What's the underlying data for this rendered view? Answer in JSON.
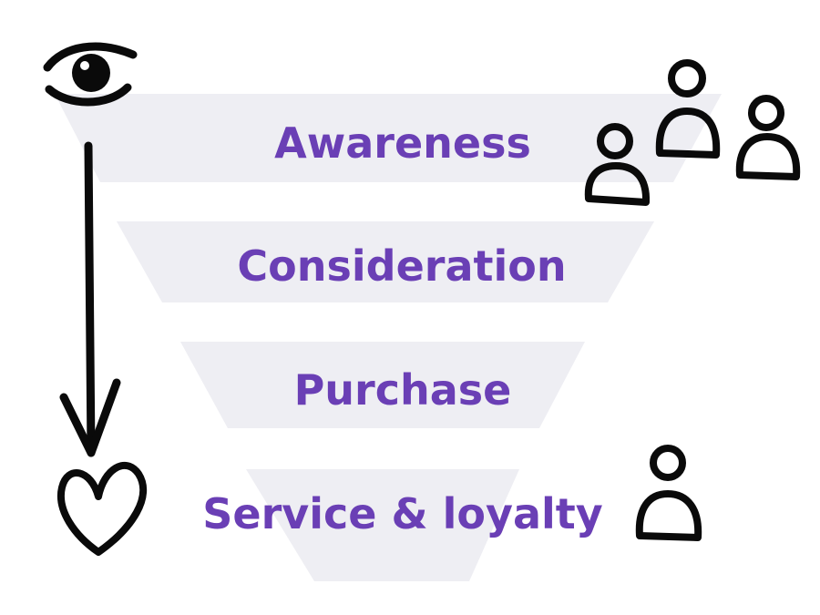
{
  "funnel": {
    "band_color": "#EEEEF3",
    "label_color": "#6A3FB5",
    "stages": [
      {
        "label": "Awareness"
      },
      {
        "label": "Consideration"
      },
      {
        "label": "Purchase"
      },
      {
        "label": "Service & loyalty"
      }
    ]
  },
  "sketch": {
    "stroke_color": "#0A0A0A",
    "icons": [
      "eye-icon",
      "down-arrow-icon",
      "heart-icon",
      "person-icon"
    ]
  }
}
